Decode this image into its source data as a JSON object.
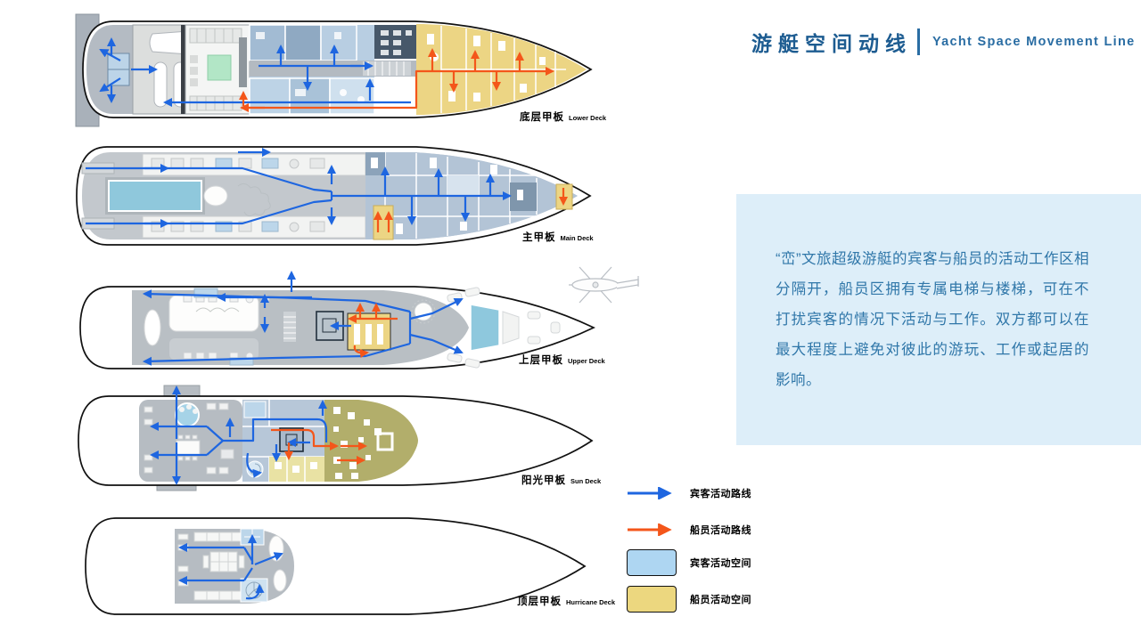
{
  "title": {
    "zh": "游艇空间动线",
    "en": "Yacht Space Movement Line"
  },
  "description": "“峦”文旅超级游艇的宾客与船员的活动工作区相分隔开，船员区拥有专属电梯与楼梯，可在不打扰宾客的情况下活动与工作。双方都可以在最大程度上避免对彼此的游玩、工作或起居的影响。",
  "decks": [
    {
      "zh": "底层甲板",
      "en": "Lower Deck"
    },
    {
      "zh": "主甲板",
      "en": "Main Deck"
    },
    {
      "zh": "上层甲板",
      "en": "Upper Deck"
    },
    {
      "zh": "阳光甲板",
      "en": "Sun Deck"
    },
    {
      "zh": "顶层甲板",
      "en": "Hurricane Deck"
    }
  ],
  "legend": {
    "items": [
      {
        "type": "arrow",
        "color": "#1e66e0",
        "label": "宾客活动路线"
      },
      {
        "type": "arrow",
        "color": "#f4561a",
        "label": "船员活动路线"
      },
      {
        "type": "box",
        "color": "#aed6f2",
        "label": "宾客活动空间"
      },
      {
        "type": "box",
        "color": "#ecd77f",
        "label": "船员活动空间"
      }
    ]
  },
  "colors": {
    "title_zh": "#1d5c91",
    "title_en": "#2a6da3",
    "description_bg": "#ddeef9",
    "description_text": "#3077a9",
    "guest_route": "#1e66e0",
    "crew_route": "#f4561a",
    "guest_space": "#aed6f2",
    "crew_space": "#ecd584",
    "deck_gray": "#b6bcc2",
    "pool_blue": "#8fc8dc",
    "olive_crew": "#b2ae6b",
    "dark_room": "#47586a"
  }
}
